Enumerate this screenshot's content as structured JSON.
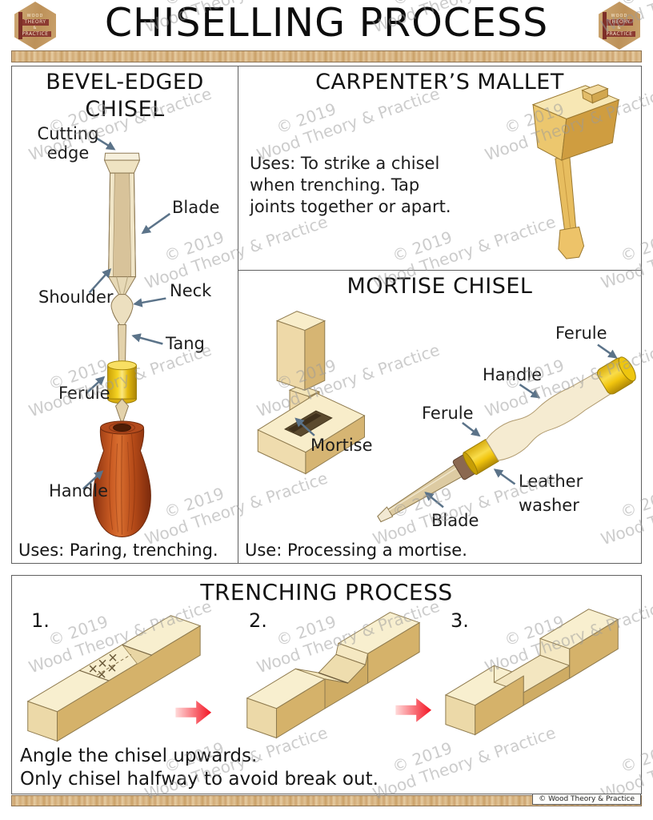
{
  "header": {
    "title": "CHISELLING PROCESS",
    "logo": {
      "word1": "WOOD",
      "word2": "THEORY",
      "amp": "&",
      "word3": "PRACTICE"
    }
  },
  "watermark": {
    "line1": "© 2019",
    "line2": "Wood Theory & Practice"
  },
  "bevel_panel": {
    "title_line1": "BEVEL-EDGED",
    "title_line2": "CHISEL",
    "labels": {
      "cutting_edge_line1": "Cutting",
      "cutting_edge_line2": "edge",
      "blade": "Blade",
      "shoulder": "Shoulder",
      "neck": "Neck",
      "tang": "Tang",
      "ferule": "Ferule",
      "handle": "Handle"
    },
    "uses": "Uses: Paring, trenching."
  },
  "mallet_panel": {
    "title": "CARPENTER’S MALLET",
    "uses_lines": [
      "Uses: To strike a chisel",
      "when trenching. Tap",
      "joints together or apart."
    ]
  },
  "mortise_panel": {
    "title": "MORTISE CHISEL",
    "labels": {
      "ferule_top": "Ferule",
      "handle": "Handle",
      "ferule_front": "Ferule",
      "leather_line1": "Leather",
      "leather_line2": "washer",
      "blade": "Blade",
      "mortise": "Mortise"
    },
    "use": "Use: Processing a mortise."
  },
  "trenching_panel": {
    "title": "TRENCHING PROCESS",
    "steps": [
      "1.",
      "2.",
      "3."
    ],
    "note_line1": "Angle the chisel upwards.",
    "note_line2": "Only chisel halfway to avoid break out."
  },
  "footer": {
    "copyright": "© Wood Theory & Practice"
  },
  "colors": {
    "wood_top": "#f8efcf",
    "wood_face": "#d5b26a",
    "wood_end": "#ecd9a8",
    "handle_red": "#b5491f",
    "ferrule_yellow": "#f1c50e",
    "label_arrow_slate": "#5b7389",
    "process_arrow_red": "#f31322"
  }
}
